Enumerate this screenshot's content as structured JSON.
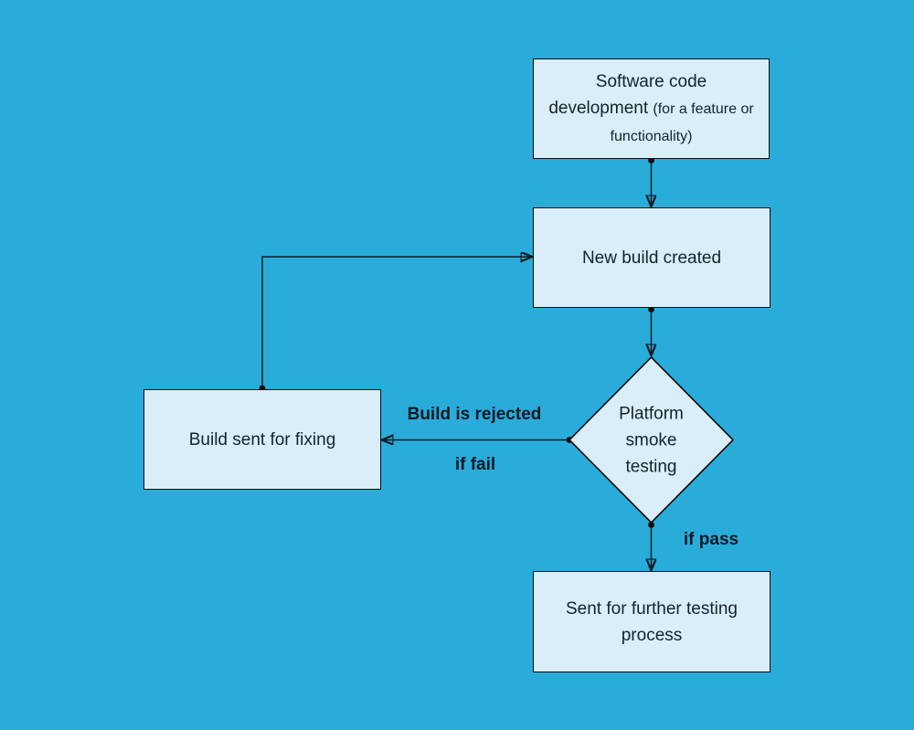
{
  "colors": {
    "background": "#2aacda",
    "node_fill": "#d9eef8",
    "node_border": "#0d0d0d",
    "connector": "#0e1c26",
    "text": "#15222d"
  },
  "diagram": {
    "type": "flowchart",
    "nodes": {
      "dev": {
        "shape": "rectangle",
        "main": "Software code development",
        "note": "(for a feature or functionality)"
      },
      "build": {
        "shape": "rectangle",
        "label": "New build created"
      },
      "smoke": {
        "shape": "diamond",
        "label": "Platform smoke testing"
      },
      "fixing": {
        "shape": "rectangle",
        "label": "Build sent for fixing"
      },
      "further": {
        "shape": "rectangle",
        "label": "Sent for further testing process"
      }
    },
    "edges": [
      {
        "from": "dev",
        "to": "build",
        "label": ""
      },
      {
        "from": "build",
        "to": "smoke",
        "label": ""
      },
      {
        "from": "smoke",
        "to": "fixing",
        "label": "Build is rejected / if fail"
      },
      {
        "from": "smoke",
        "to": "further",
        "label": "if pass"
      },
      {
        "from": "fixing",
        "to": "build",
        "label": ""
      }
    ]
  },
  "edge_labels": {
    "rejected": "Build is rejected",
    "if_fail": "if fail",
    "if_pass": "if pass"
  }
}
